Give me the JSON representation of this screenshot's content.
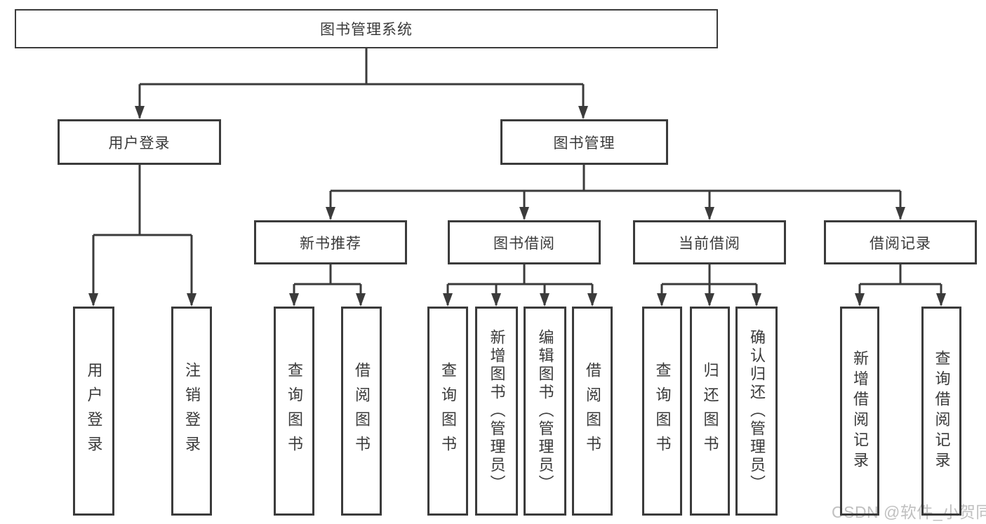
{
  "diagram": {
    "title": "图书管理系统",
    "colors": {
      "line": "#3b3b3b",
      "text": "#3a3a3a",
      "watermark": "#c0c0c0",
      "background": "#ffffff"
    },
    "root": {
      "label": "图书管理系统"
    },
    "level2": [
      {
        "label": "用户登录"
      },
      {
        "label": "图书管理"
      }
    ],
    "level3": [
      {
        "label": "新书推荐"
      },
      {
        "label": "图书借阅"
      },
      {
        "label": "当前借阅"
      },
      {
        "label": "借阅记录"
      }
    ],
    "leaves": {
      "user_login": [
        "用户登录",
        "注销登录"
      ],
      "new_books": [
        "查询图书",
        "借阅图书"
      ],
      "book_borrow": [
        "查询图书",
        "新增图书（管理员）",
        "编辑图书（管理员）",
        "借阅图书"
      ],
      "current_borrow": [
        "查询图书",
        "归还图书",
        "确认归还（管理员）"
      ],
      "borrow_records": [
        "新增借阅记录",
        "查询借阅记录"
      ]
    }
  },
  "watermark": {
    "text": "CSDN @软件_小贺同学"
  }
}
